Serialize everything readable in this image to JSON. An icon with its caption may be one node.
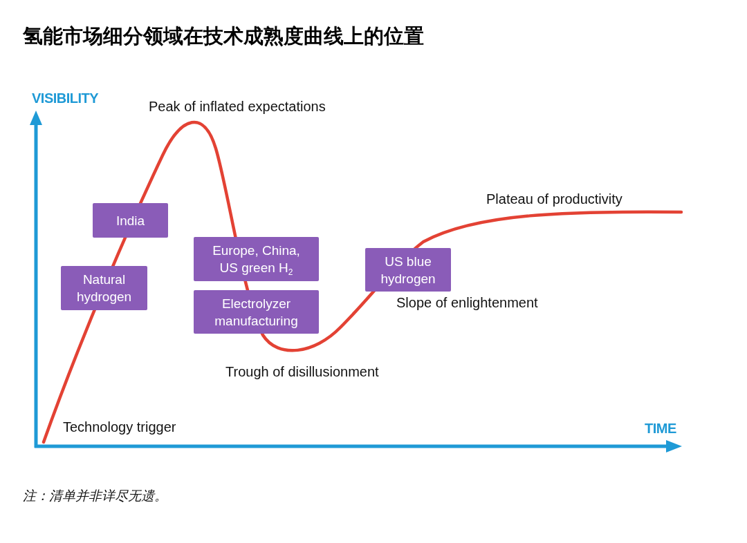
{
  "diagram": {
    "title": "氢能市场细分领域在技术成熟度曲线上的位置",
    "nodes": [
      {
        "text": [
          "India"
        ]
      },
      {
        "text": [
          "Europe, China, US green H$_{2}$"
        ]
      },
      {
        "text": [
          "US blue hydrogen"
        ]
      },
      {
        "text": [
          "Natural hydrogen"
        ]
      },
      {
        "text": [
          "Electrolyzer manufacturing"
        ]
      }
    ],
    "labels": [
      "VISIBILITY",
      "Peak of inflated expectations",
      "Plateau of productivity",
      "Slope of enlightenment",
      "Trough of disillusionment",
      "Technology trigger",
      "TIME",
      "注：清单并非详尽无遗。"
    ]
  }
}
